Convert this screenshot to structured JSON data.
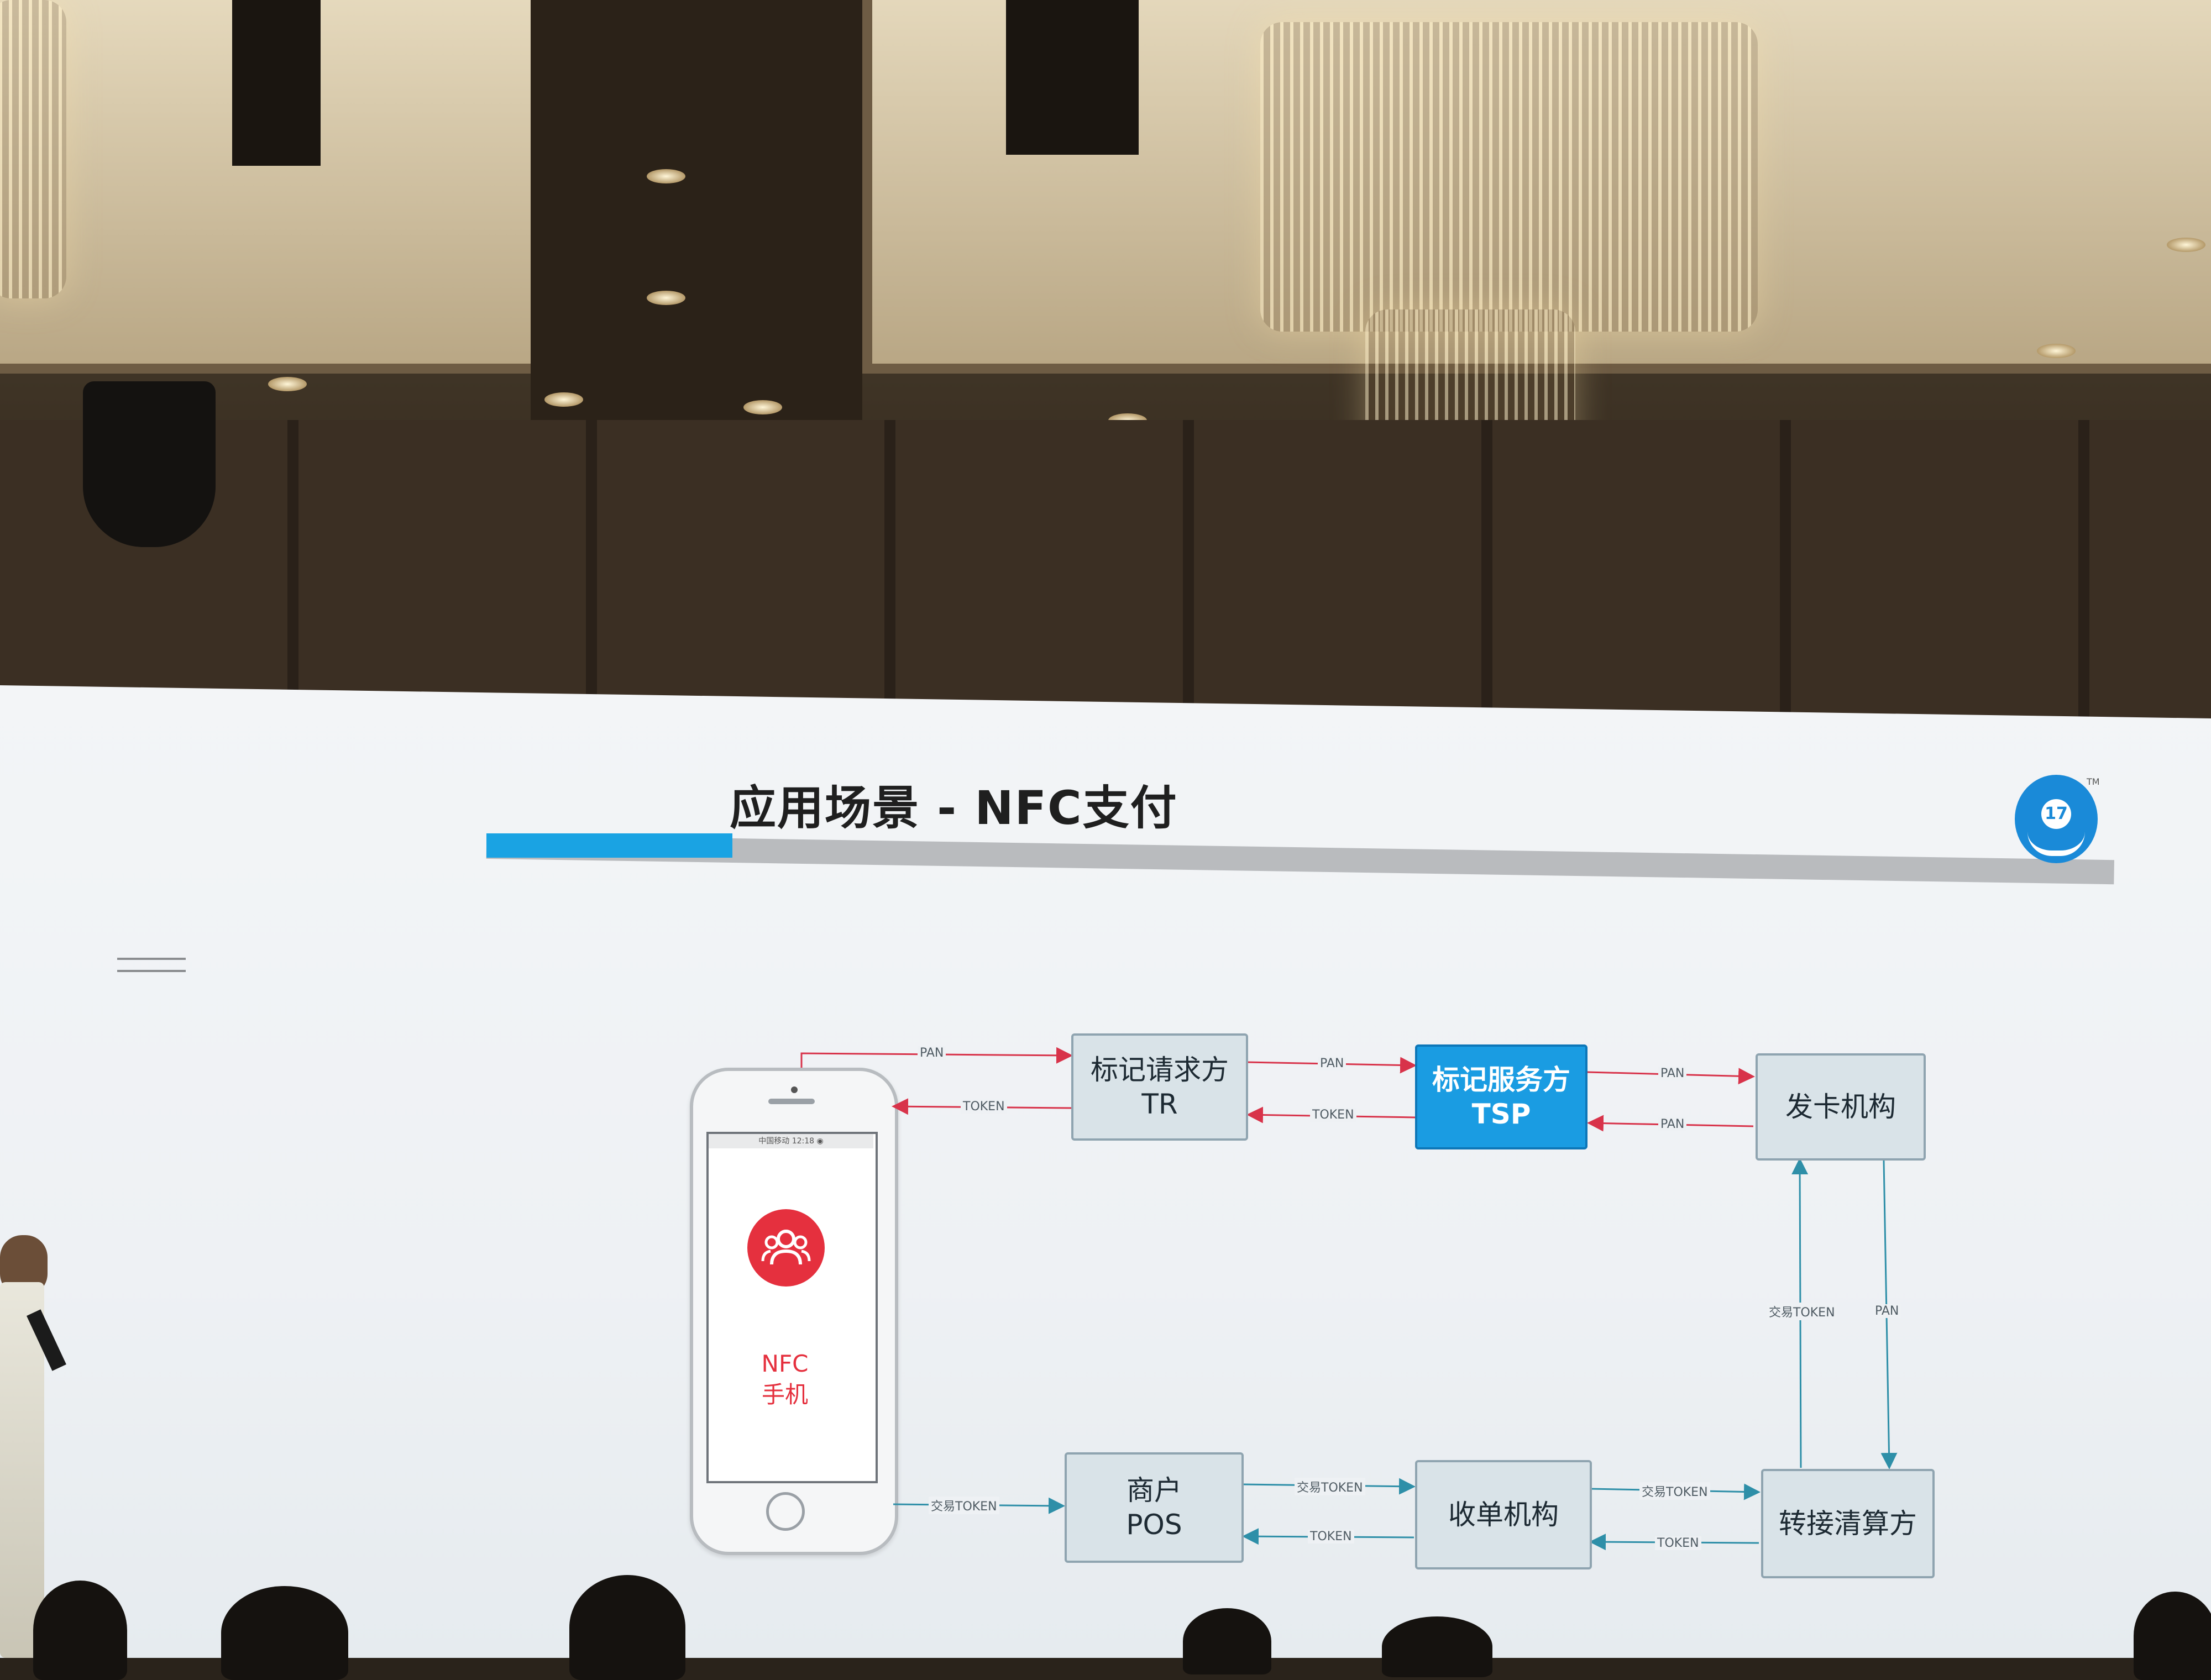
{
  "slide": {
    "title": "应用场景 - NFC支付",
    "logo_number": "17",
    "logo_trademark": "TM",
    "accent_color": "#1aa3e3"
  },
  "phone": {
    "status_text": "中国移动  12:18  ◉",
    "app_icon": "users-group-icon",
    "label_line1": "NFC",
    "label_line2": "手机",
    "label_color": "#e5303e"
  },
  "nodes": {
    "tr": {
      "line1": "标记请求方",
      "line2": "TR"
    },
    "tsp": {
      "line1": "标记服务方",
      "line2": "TSP"
    },
    "issuer": {
      "line1": "发卡机构"
    },
    "pos": {
      "line1": "商户",
      "line2": "POS"
    },
    "acquirer": {
      "line1": "收单机构"
    },
    "switch": {
      "line1": "转接清算方"
    }
  },
  "edges": {
    "phone_to_tr": "PAN",
    "tr_to_phone": "TOKEN",
    "tr_to_tsp": "PAN",
    "tsp_to_tr": "TOKEN",
    "tsp_to_issuer": "PAN",
    "issuer_to_tsp": "PAN",
    "switch_to_issuer": "交易TOKEN",
    "issuer_to_switch": "PAN",
    "phone_to_pos": "交易TOKEN",
    "pos_to_acquirer": "交易TOKEN",
    "acquirer_to_pos": "TOKEN",
    "acquirer_to_switch": "交易TOKEN",
    "switch_to_acquirer": "TOKEN"
  }
}
